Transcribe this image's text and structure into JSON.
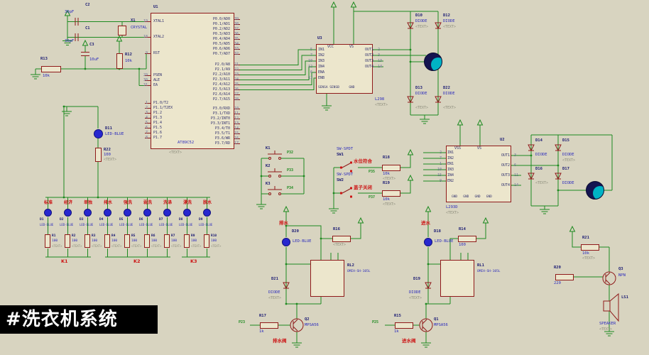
{
  "palette": {
    "background": "#d8d4c0",
    "wire_green": "#1d8a1f",
    "component_maroon": "#8f1a1a",
    "chip_fill": "#ece6cc",
    "ref_text": "#171772",
    "value_text": "#2b2bbd",
    "ghost_text": "#8e8e7d",
    "annotation_red": "#cc1414",
    "led_blue": "#2727cf",
    "motor_teal": "#00b4c5"
  },
  "watermark": {
    "text": "#洗衣机系统"
  },
  "mcu": {
    "ref": "U1",
    "value": "AT89C52",
    "ghost": "<TEXT>",
    "pins": {
      "xtal1": [
        {
          "num": "19",
          "name": "XTAL1"
        }
      ],
      "xtal2": [
        {
          "num": "18",
          "name": "XTAL2"
        }
      ],
      "rst": [
        {
          "num": "9",
          "name": "RST"
        }
      ],
      "ctrl": [
        {
          "num": "29",
          "name": "PSEN"
        },
        {
          "num": "30",
          "name": "ALE"
        },
        {
          "num": "31",
          "name": "EA"
        }
      ],
      "p1": [
        {
          "num": "1",
          "name": "P1.0/T2"
        },
        {
          "num": "2",
          "name": "P1.1/T2EX"
        },
        {
          "num": "3",
          "name": "P1.2"
        },
        {
          "num": "4",
          "name": "P1.3"
        },
        {
          "num": "5",
          "name": "P1.4"
        },
        {
          "num": "6",
          "name": "P1.5"
        },
        {
          "num": "7",
          "name": "P1.6"
        },
        {
          "num": "8",
          "name": "P1.7"
        }
      ],
      "p0": [
        {
          "num": "39",
          "name": "P0.0/AD0"
        },
        {
          "num": "38",
          "name": "P0.1/AD1"
        },
        {
          "num": "37",
          "name": "P0.2/AD2"
        },
        {
          "num": "36",
          "name": "P0.3/AD3"
        },
        {
          "num": "35",
          "name": "P0.4/AD4"
        },
        {
          "num": "34",
          "name": "P0.5/AD5"
        },
        {
          "num": "33",
          "name": "P0.6/AD6"
        },
        {
          "num": "32",
          "name": "P0.7/AD7"
        }
      ],
      "p2": [
        {
          "num": "21",
          "name": "P2.0/A8"
        },
        {
          "num": "22",
          "name": "P2.1/A9"
        },
        {
          "num": "23",
          "name": "P2.2/A10"
        },
        {
          "num": "24",
          "name": "P2.3/A11"
        },
        {
          "num": "25",
          "name": "P2.4/A12"
        },
        {
          "num": "26",
          "name": "P2.5/A13"
        },
        {
          "num": "27",
          "name": "P2.6/A14"
        },
        {
          "num": "28",
          "name": "P2.7/A15"
        }
      ],
      "p3": [
        {
          "num": "10",
          "name": "P3.0/RXD"
        },
        {
          "num": "11",
          "name": "P3.1/TXD"
        },
        {
          "num": "12",
          "name": "P3.2/INT0"
        },
        {
          "num": "13",
          "name": "P3.3/INT1"
        },
        {
          "num": "14",
          "name": "P3.4/T0"
        },
        {
          "num": "15",
          "name": "P3.5/T1"
        },
        {
          "num": "16",
          "name": "P3.6/WR"
        },
        {
          "num": "17",
          "name": "P3.7/RD"
        }
      ]
    }
  },
  "oscillator": {
    "c2": {
      "ref": "C2",
      "value": "30pF"
    },
    "c1": {
      "ref": "C1",
      "value": "30pF"
    },
    "x1": {
      "ref": "X1",
      "value": "CRYSTAL"
    },
    "c3": {
      "ref": "C3",
      "value": "10uF"
    },
    "r13": {
      "ref": "R13",
      "value": "10k"
    },
    "r12": {
      "ref": "R12",
      "value": "10k"
    }
  },
  "driver1": {
    "ref": "U3",
    "value": "L298",
    "ghost": "<TEXT>",
    "top": [
      {
        "name": "VCC"
      },
      {
        "name": "VS"
      }
    ],
    "left": [
      {
        "num": "5",
        "name": "IN1"
      },
      {
        "num": "7",
        "name": "IN2"
      },
      {
        "num": "10",
        "name": "IN3"
      },
      {
        "num": "12",
        "name": "IN4"
      },
      {
        "num": "6",
        "name": "ENA"
      },
      {
        "num": "11",
        "name": "ENB"
      }
    ],
    "right": [
      {
        "num": "2",
        "name": "OUT1"
      },
      {
        "num": "3",
        "name": "OUT2"
      },
      {
        "num": "13",
        "name": "OUT3"
      },
      {
        "num": "14",
        "name": "OUT4"
      }
    ],
    "bottom": "SENSA SENSB     GND",
    "diodes": [
      {
        "ref": "D10",
        "value": "DIODE",
        "ghost": "<TEXT>"
      },
      {
        "ref": "D12",
        "value": "DIODE",
        "ghost": "<TEXT>"
      },
      {
        "ref": "D13",
        "value": "DIODE",
        "ghost": "<TEXT>"
      },
      {
        "ref": "D22",
        "value": "DIODE",
        "ghost": "<TEXT>"
      }
    ]
  },
  "driver2": {
    "ref": "U2",
    "value": "L293D",
    "ghost": "<TEXT>",
    "top": [
      {
        "name": "VSS"
      },
      {
        "name": "VS"
      }
    ],
    "left": [
      {
        "num": "2",
        "name": "IN1"
      },
      {
        "num": "7",
        "name": "IN2"
      },
      {
        "num": "1",
        "name": "EN1"
      },
      {
        "num": "10",
        "name": "IN3"
      },
      {
        "num": "15",
        "name": "IN4"
      },
      {
        "num": "9",
        "name": "EN2"
      }
    ],
    "right": [
      {
        "num": "3",
        "name": "OUT1"
      },
      {
        "num": "6",
        "name": "OUT2"
      },
      {
        "num": "11",
        "name": "OUT3"
      },
      {
        "num": "14",
        "name": "OUT4"
      }
    ],
    "bottom": "GND   GND   GND   GND",
    "diodes": [
      {
        "ref": "D14",
        "value": "DIODE",
        "ghost": "<TEXT>"
      },
      {
        "ref": "D15",
        "value": "DIODE",
        "ghost": "<TEXT>"
      },
      {
        "ref": "D16",
        "value": "DIODE",
        "ghost": "<TEXT>"
      },
      {
        "ref": "D17",
        "value": "DIODE",
        "ghost": "<TEXT>"
      }
    ]
  },
  "status_led": {
    "ref": "D11",
    "value": "LED-BLUE",
    "res_ref": "R22",
    "res_value": "100",
    "ghost": "<TEXT>"
  },
  "switches": [
    {
      "ref": "SW1",
      "value": "SW-SPDT",
      "label": "水位符合",
      "net": "P35",
      "res_ref": "R18",
      "res_value": "10k",
      "ghost": "<TEXT>"
    },
    {
      "ref": "SW2",
      "value": "SW-SPDT",
      "label": "盖子关闭",
      "net": "P37",
      "res_ref": "R19",
      "res_value": "10k",
      "ghost": "<TEXT>"
    }
  ],
  "keys": [
    {
      "ref": "K1",
      "net": "P32"
    },
    {
      "ref": "K2",
      "net": "P33"
    },
    {
      "ref": "K3",
      "net": "P34"
    }
  ],
  "led_row": {
    "value": "LED-BLUE",
    "res_value": "100",
    "ghost": "<TEXT>",
    "items": [
      {
        "ref": "D1",
        "label": "标准",
        "res": "R1"
      },
      {
        "ref": "D2",
        "label": "经济",
        "res": "R2"
      },
      {
        "ref": "D3",
        "label": "单独",
        "res": "R3"
      },
      {
        "ref": "D4",
        "label": "排水",
        "res": "R4"
      },
      {
        "ref": "D5",
        "label": "强洗",
        "res": "R5"
      },
      {
        "ref": "D6",
        "label": "弱洗",
        "res": "R6"
      },
      {
        "ref": "D7",
        "label": "洗涤",
        "res": "R7"
      },
      {
        "ref": "D8",
        "label": "漂洗",
        "res": "R9"
      },
      {
        "ref": "D9",
        "label": "脱水",
        "res": "R10"
      }
    ],
    "groups": [
      "K1",
      "K2",
      "K3"
    ]
  },
  "drain": {
    "title": "排水",
    "led_ref": "D20",
    "led_value": "LED-BLUE",
    "res_ref": "R16",
    "res_ghost": "<TEXT>",
    "relay_ref": "RL2",
    "relay_value": "OMIH-SH-105L",
    "diode_ref": "D21",
    "diode_value": "DIODE",
    "ghost": "<TEXT>",
    "q_ref": "Q2",
    "q_value": "MPSA56",
    "rb_ref": "R17",
    "rb_value": "1k",
    "net": "P23",
    "valve": "排水阀"
  },
  "inlet": {
    "title": "进水",
    "led_ref": "D18",
    "led_value": "LED-BLUE",
    "res_ref": "R14",
    "res_value": "100",
    "relay_ref": "RL1",
    "relay_value": "OMIH-SH-105L",
    "diode_ref": "D19",
    "diode_value": "DIODE",
    "ghost": "<TEXT>",
    "q_ref": "Q1",
    "q_value": "MPSA56",
    "rb_ref": "R15",
    "rb_value": "1k",
    "net": "P25",
    "valve": "进水阀"
  },
  "beeper": {
    "r21_ref": "R21",
    "r21_value": "10k",
    "r20_ref": "R20",
    "r20_value": "220",
    "ghost": "<TEXT>",
    "q_ref": "Q3",
    "q_value": "NPN",
    "ls_ref": "LS1",
    "ls_value": "SPEAKER"
  }
}
